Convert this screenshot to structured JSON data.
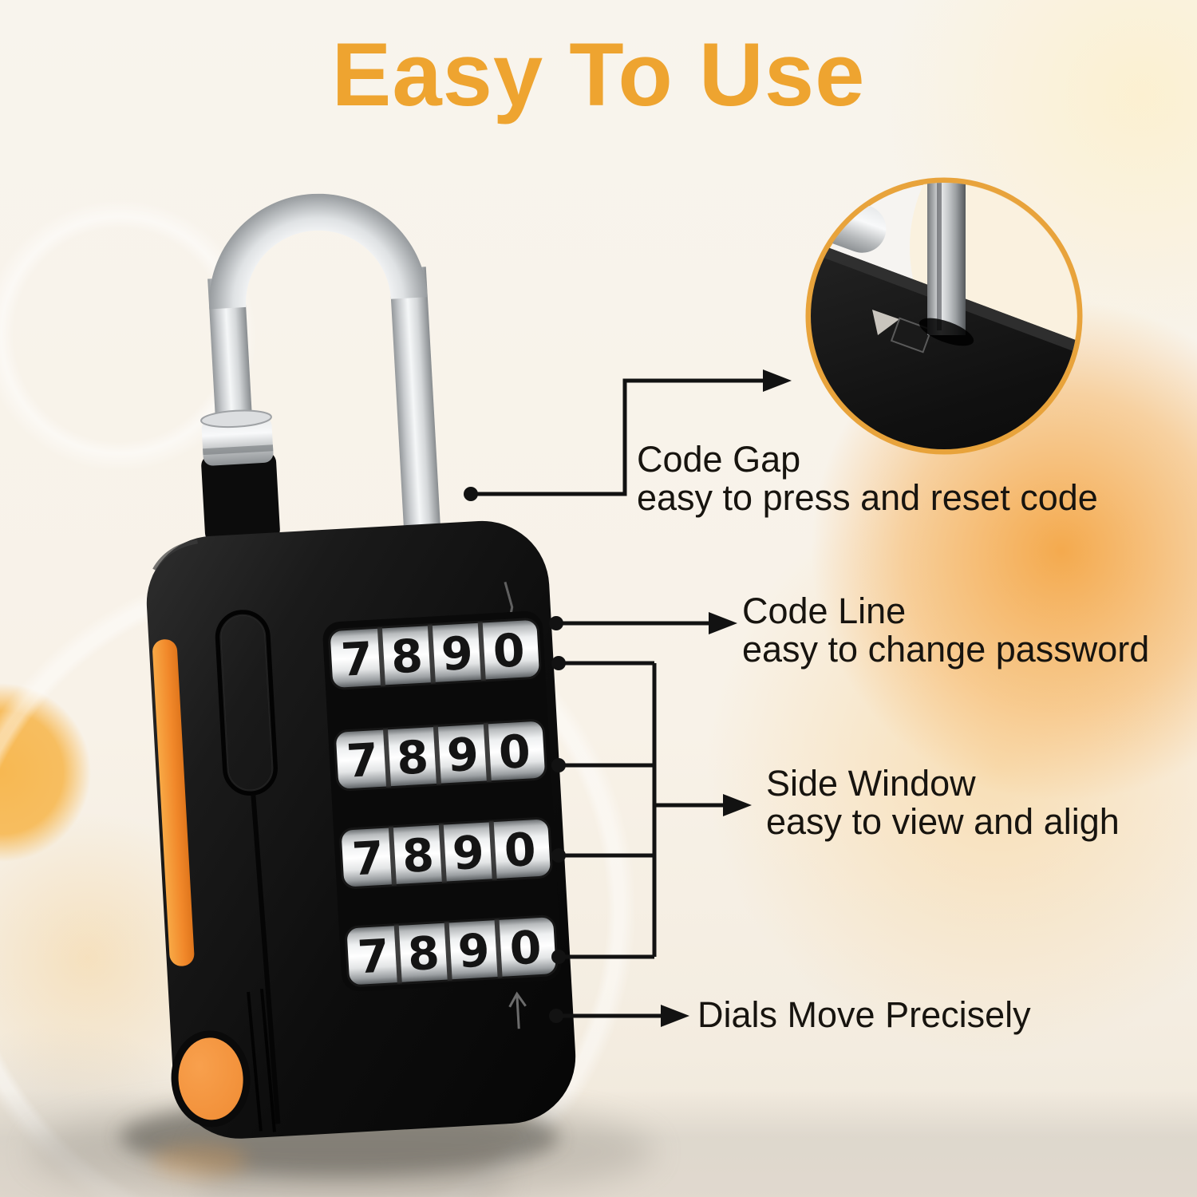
{
  "page": {
    "title": "Easy To Use"
  },
  "colors": {
    "heading": "#EEA430",
    "label_text": "#17140F",
    "connector": "#121212",
    "accent_orange": "#F0882A",
    "inset_border": "#E8A33B"
  },
  "callouts": {
    "code_gap": {
      "label": "Code Gap",
      "desc": "easy to press and reset code"
    },
    "code_line": {
      "label": "Code Line",
      "desc": "easy to change password"
    },
    "side_window": {
      "label": "Side Window",
      "desc": "easy to view and aligh"
    },
    "dials": {
      "label": "Dials Move Precisely"
    }
  },
  "lock": {
    "dial_row_count": 4,
    "digit_columns": [
      "7",
      "8",
      "9",
      "0"
    ]
  }
}
